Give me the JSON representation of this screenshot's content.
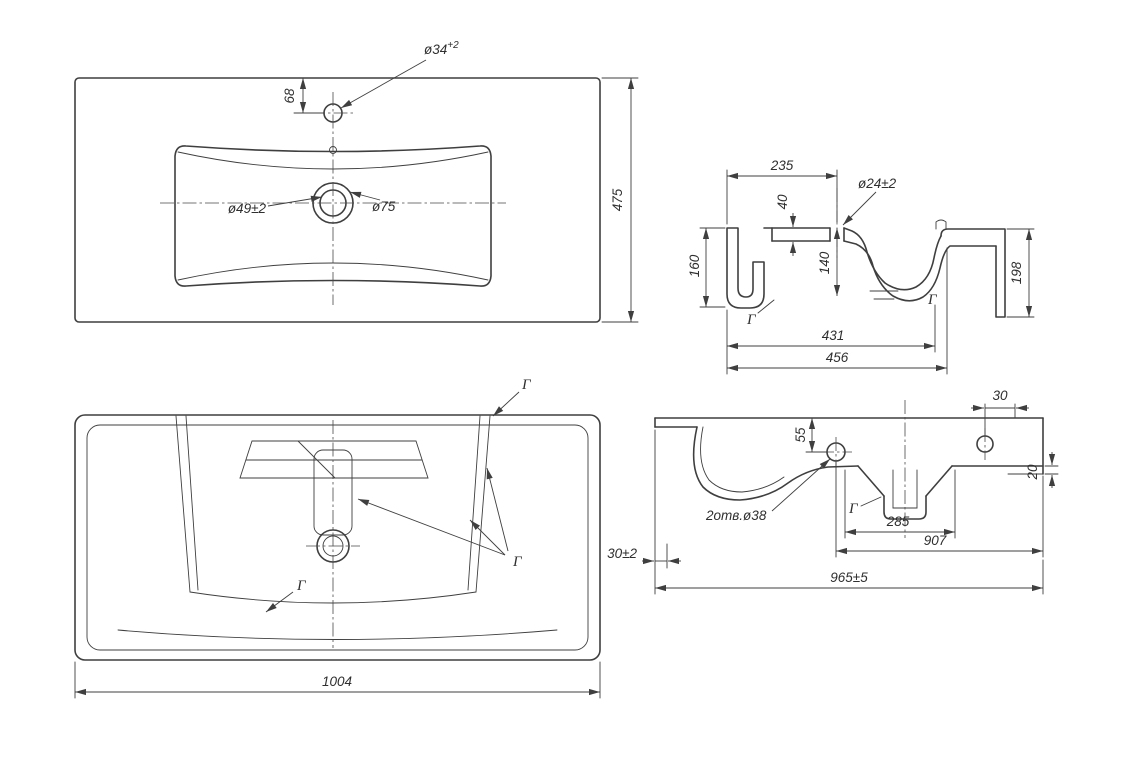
{
  "colors": {
    "background": "#ffffff",
    "line": "#3f3f3f",
    "text": "#2f2f2f"
  },
  "section_label": "Г",
  "plan_view": {
    "faucet_hole_dia": "ø34",
    "faucet_hole_tol": "+2",
    "faucet_offset": "68",
    "drain_inner_dia": "ø49±2",
    "drain_outer_dia": "ø75",
    "depth": "475"
  },
  "section_view": {
    "back_to_hole": "235",
    "deck_thickness": "40",
    "hole_dia": "ø24±2",
    "bowl_depth": "140",
    "back_height": "160",
    "front_height": "198",
    "inner_width": "431",
    "overall_width": "456"
  },
  "bottom_view": {
    "overall_width": "1004"
  },
  "front_view": {
    "hole_edge_offset": "30",
    "hole_top_offset": "55",
    "edge_drop": "20",
    "holes_note": "2отв.ø38",
    "drain_boss_width": "285",
    "holes_span": "907",
    "side_offset": "30±2",
    "overall_width": "965±5"
  }
}
